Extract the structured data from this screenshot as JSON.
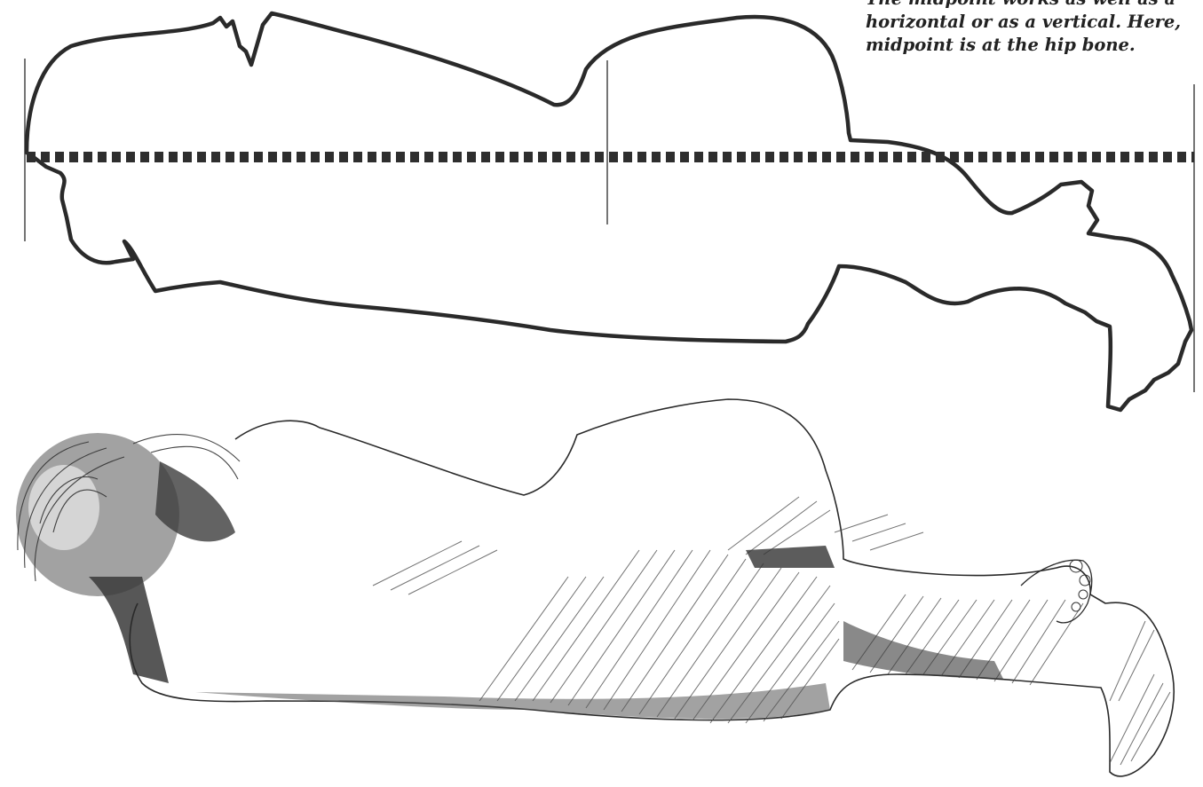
{
  "caption": {
    "lines": [
      "The midpoint works as well as a",
      "horizontal or as a vertical. Here,",
      "midpoint is at the hip bone."
    ]
  },
  "figure": {
    "upper": "outline silhouette of reclining figure with dashed horizontal midline and vertical guide lines",
    "lower": "pen-and-ink hatched sketch of the same reclining figure"
  },
  "colors": {
    "ink": "#2a2a2a",
    "guide": "#3a3a3a",
    "background": "#ffffff"
  }
}
